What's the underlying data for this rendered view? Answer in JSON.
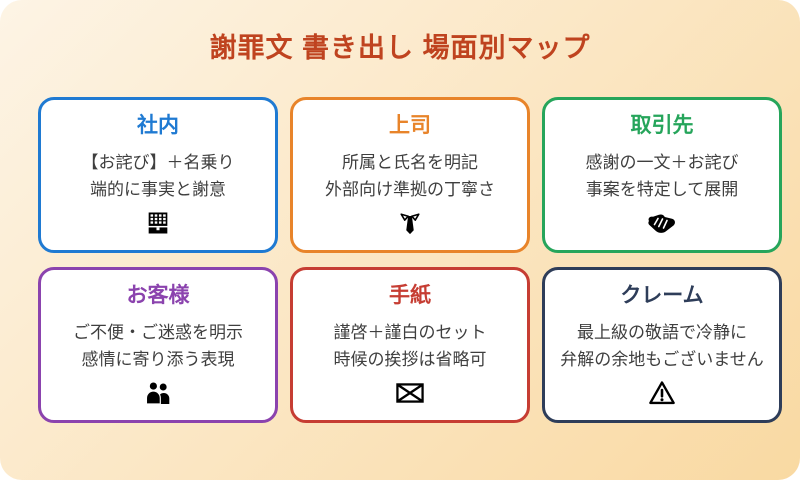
{
  "page": {
    "title": "謝罪文 書き出し 場面別マップ",
    "title_color": "#bf431f",
    "background_gradient": [
      "#fdf4e5",
      "#f9d9a2"
    ],
    "card_background": "#ffffff",
    "body_text_color": "#3f3f3f"
  },
  "cards": [
    {
      "title": "社内",
      "color": "#1f7ad2",
      "line1": "【お詫び】＋名乗り",
      "line2": "端的に事実と謝意",
      "icon": "office-building-icon"
    },
    {
      "title": "上司",
      "color": "#e8842a",
      "line1": "所属と氏名を明記",
      "line2": "外部向け準拠の丁寧さ",
      "icon": "necktie-icon"
    },
    {
      "title": "取引先",
      "color": "#26a55b",
      "line1": "感謝の一文＋お詫び",
      "line2": "事案を特定して展開",
      "icon": "handshake-icon"
    },
    {
      "title": "お客様",
      "color": "#8b43ae",
      "line1": "ご不便・ご迷惑を明示",
      "line2": "感情に寄り添う表現",
      "icon": "two-people-icon"
    },
    {
      "title": "手紙",
      "color": "#c63d33",
      "line1": "謹啓＋謹白のセット",
      "line2": "時候の挨拶は省略可",
      "icon": "envelope-icon"
    },
    {
      "title": "クレーム",
      "color": "#2e3d59",
      "line1": "最上級の敬語で冷静に",
      "line2": "弁解の余地もございません",
      "icon": "warning-icon"
    }
  ]
}
